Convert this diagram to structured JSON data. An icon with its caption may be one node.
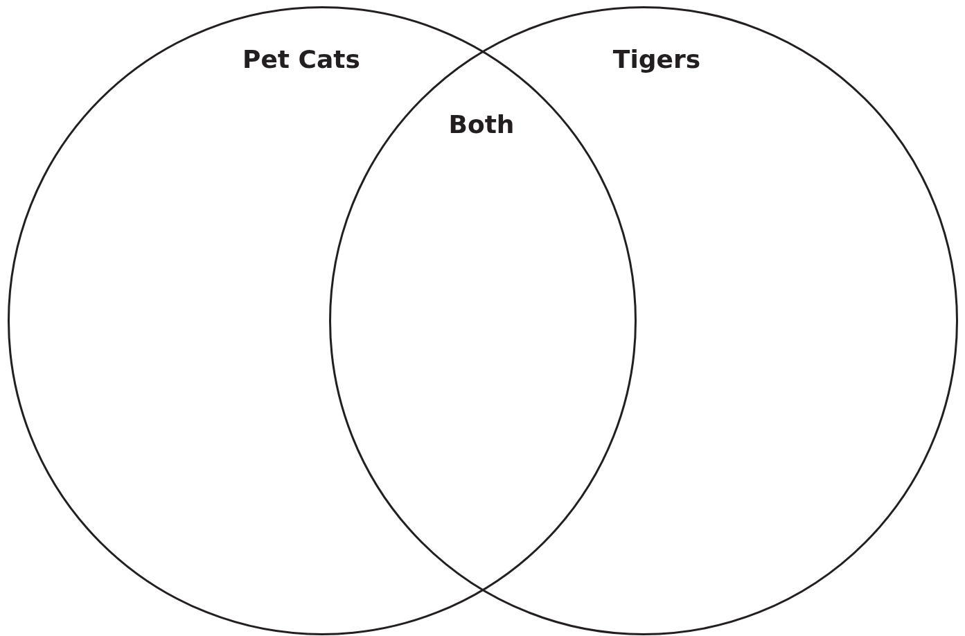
{
  "diagram": {
    "nodes": [
      {
        "text": [
          "Pet Cats"
        ]
      },
      {
        "text": [
          "Tigers"
        ]
      }
    ],
    "labels": [
      "Both"
    ]
  }
}
